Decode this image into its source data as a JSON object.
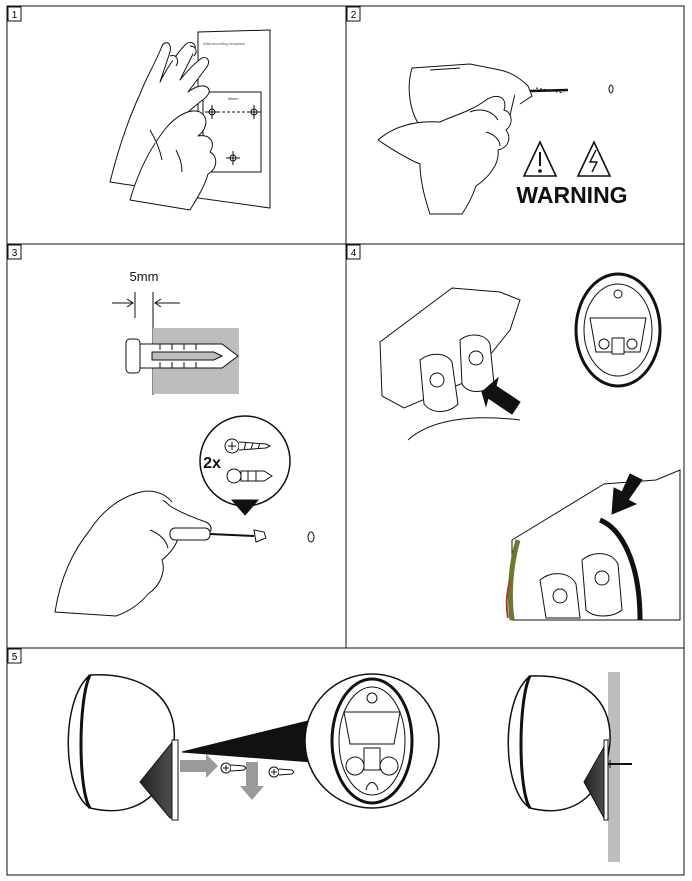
{
  "steps": [
    {
      "number": "1"
    },
    {
      "number": "2"
    },
    {
      "number": "3"
    },
    {
      "number": "4"
    },
    {
      "number": "5"
    }
  ],
  "step1": {
    "template_title": "Wall-mounting template",
    "dimension": "48mm"
  },
  "step2": {
    "warning_text": "WARNING"
  },
  "step3": {
    "depth_label": "5mm",
    "quantity_label": "2x"
  },
  "colors": {
    "line": "#111111",
    "wall_gray": "#bdbdbd",
    "arrow_gray": "#9a9a9a",
    "wire_red": "#b03a2e",
    "wire_green": "#6b7a2e"
  }
}
